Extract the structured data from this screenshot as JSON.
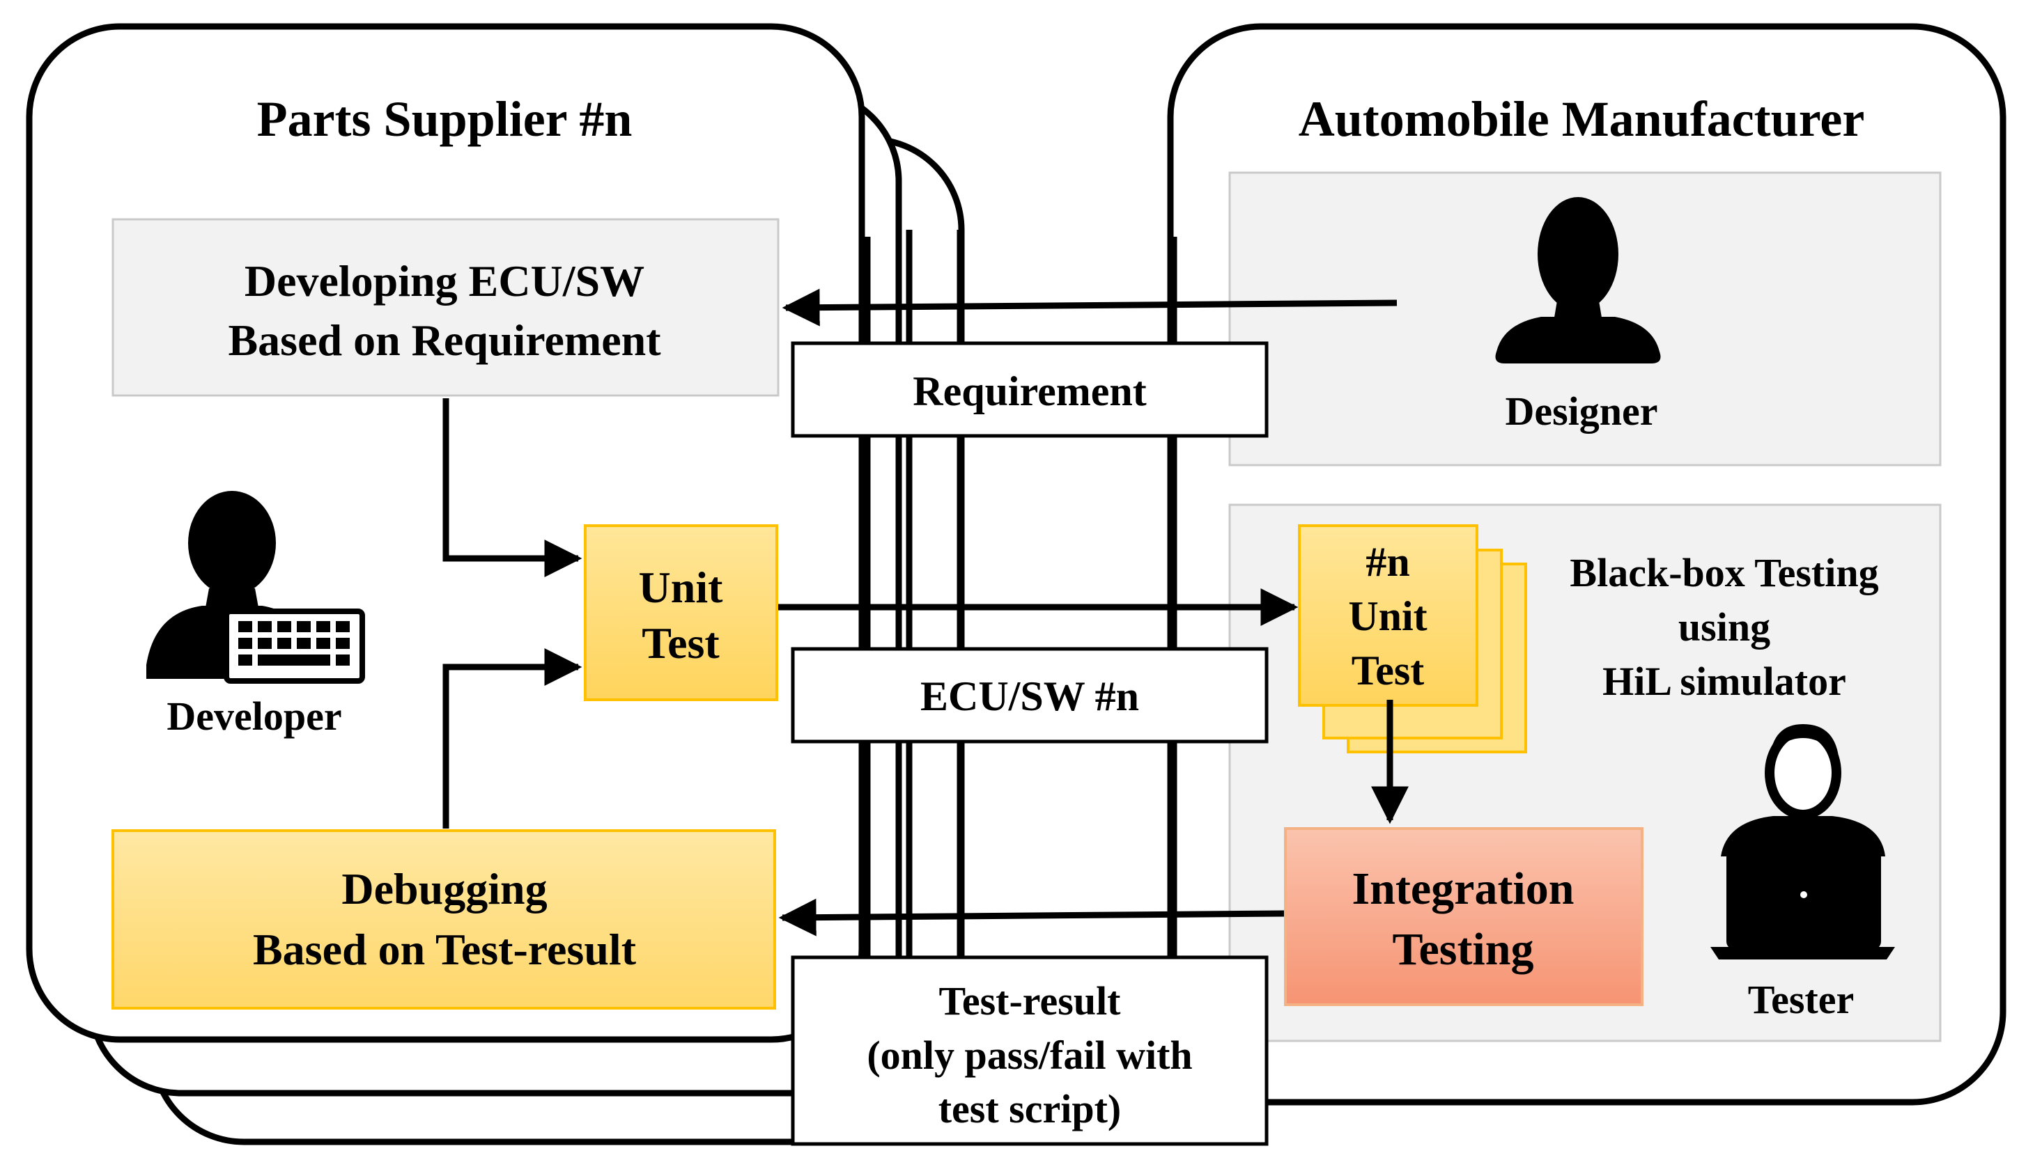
{
  "supplier": {
    "title": "Parts Supplier #n",
    "developing_box": {
      "line1": "Developing ECU/SW",
      "line2": "Based on Requirement"
    },
    "unit_test_box": {
      "line1": "Unit",
      "line2": "Test"
    },
    "debugging_box": {
      "line1": "Debugging",
      "line2": "Based on Test-result"
    },
    "developer_label": "Developer"
  },
  "manufacturer": {
    "title": "Automobile Manufacturer",
    "designer_label": "Designer",
    "unit_test_stack": {
      "line1": "#n",
      "line2": "Unit",
      "line3": "Test"
    },
    "blackbox_text": {
      "line1": "Black-box Testing",
      "line2": "using",
      "line3": "HiL simulator"
    },
    "integration_box": {
      "line1": "Integration",
      "line2": "Testing"
    },
    "tester_label": "Tester"
  },
  "channels": {
    "requirement": "Requirement",
    "ecu_sw": "ECU/SW #n",
    "test_result": {
      "line1": "Test-result",
      "line2": "(only pass/fail with",
      "line3": "test script)"
    }
  },
  "colors": {
    "supplier_panel_fill": "#f2f2f2",
    "unit_box_fill": "#ffd966",
    "unit_box_stroke": "#ffc000",
    "debug_box_fill": "#ffe089",
    "integration_fill": "#f9a98a",
    "integration_stroke": "#f4b183",
    "line": "#000000"
  },
  "icons": {
    "designer": "person-silhouette-icon",
    "developer": "person-with-keyboard-icon",
    "tester": "person-with-laptop-icon"
  }
}
